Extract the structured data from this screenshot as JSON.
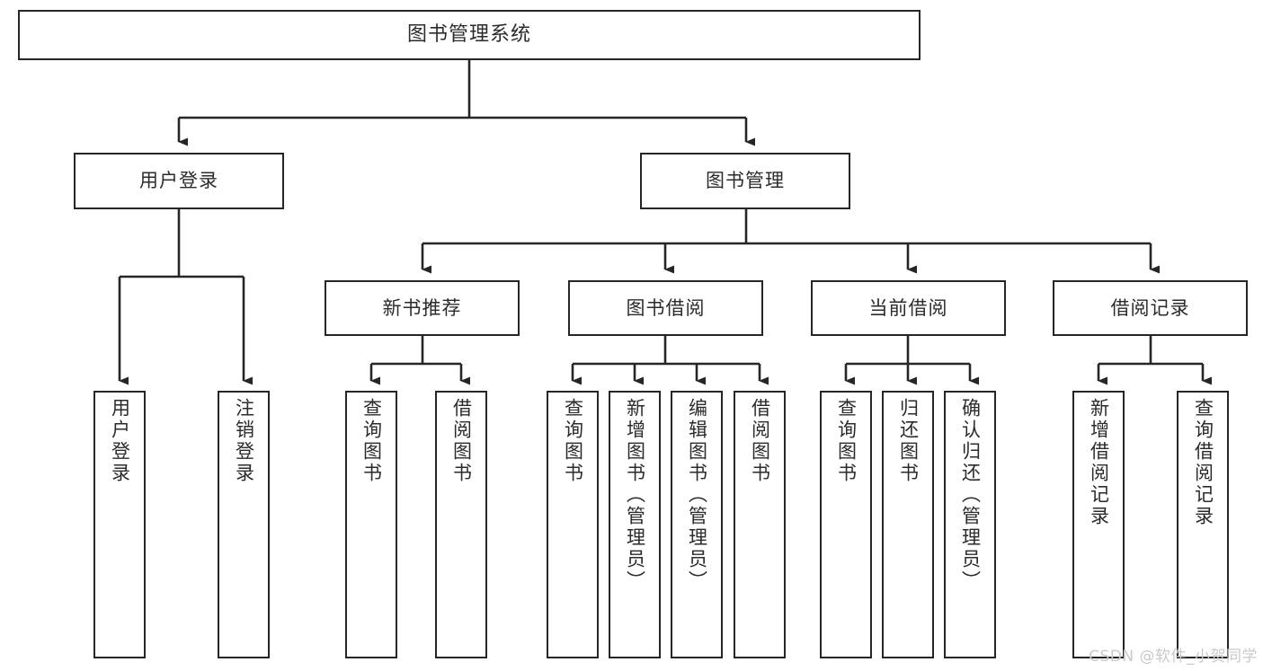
{
  "diagram": {
    "type": "tree",
    "title": "图书管理系统",
    "orientation": "top-down",
    "edge_style": "orthogonal-with-arrowheads",
    "colors": {
      "box_border": "#262626",
      "box_fill": "#ffffff",
      "text": "#2b2b2b",
      "edge": "#262626",
      "watermark": "#c9c9c9",
      "background": "#ffffff"
    },
    "watermark": "CSDN @软件_小贺同学"
  },
  "nodes": {
    "root": {
      "label": "图书管理系统",
      "level": 0
    },
    "level1": [
      {
        "id": "user-login",
        "label": "用户登录"
      },
      {
        "id": "book-management",
        "label": "图书管理"
      }
    ],
    "level2": [
      {
        "id": "new-book-recommend",
        "label": "新书推荐",
        "parent": "book-management"
      },
      {
        "id": "book-borrow",
        "label": "图书借阅",
        "parent": "book-management"
      },
      {
        "id": "current-borrow",
        "label": "当前借阅",
        "parent": "book-management"
      },
      {
        "id": "borrow-record",
        "label": "借阅记录",
        "parent": "book-management"
      }
    ],
    "leaves": {
      "user-login": [
        {
          "id": "leaf-user-login",
          "label": "用户登录"
        },
        {
          "id": "leaf-user-logout",
          "label": "注销登录"
        }
      ],
      "new-book-recommend": [
        {
          "id": "leaf-query-book-1",
          "label": "查询图书"
        },
        {
          "id": "leaf-borrow-book-1",
          "label": "借阅图书"
        }
      ],
      "book-borrow": [
        {
          "id": "leaf-query-book-2",
          "label": "查询图书"
        },
        {
          "id": "leaf-add-book",
          "label": "新增图书（管理员）"
        },
        {
          "id": "leaf-edit-book",
          "label": "编辑图书（管理员）"
        },
        {
          "id": "leaf-borrow-book-2",
          "label": "借阅图书"
        }
      ],
      "current-borrow": [
        {
          "id": "leaf-query-book-3",
          "label": "查询图书"
        },
        {
          "id": "leaf-return-book",
          "label": "归还图书"
        },
        {
          "id": "leaf-confirm-return",
          "label": "确认归还（管理员）"
        }
      ],
      "borrow-record": [
        {
          "id": "leaf-add-record",
          "label": "新增借阅记录"
        },
        {
          "id": "leaf-query-record",
          "label": "查询借阅记录"
        }
      ]
    }
  }
}
